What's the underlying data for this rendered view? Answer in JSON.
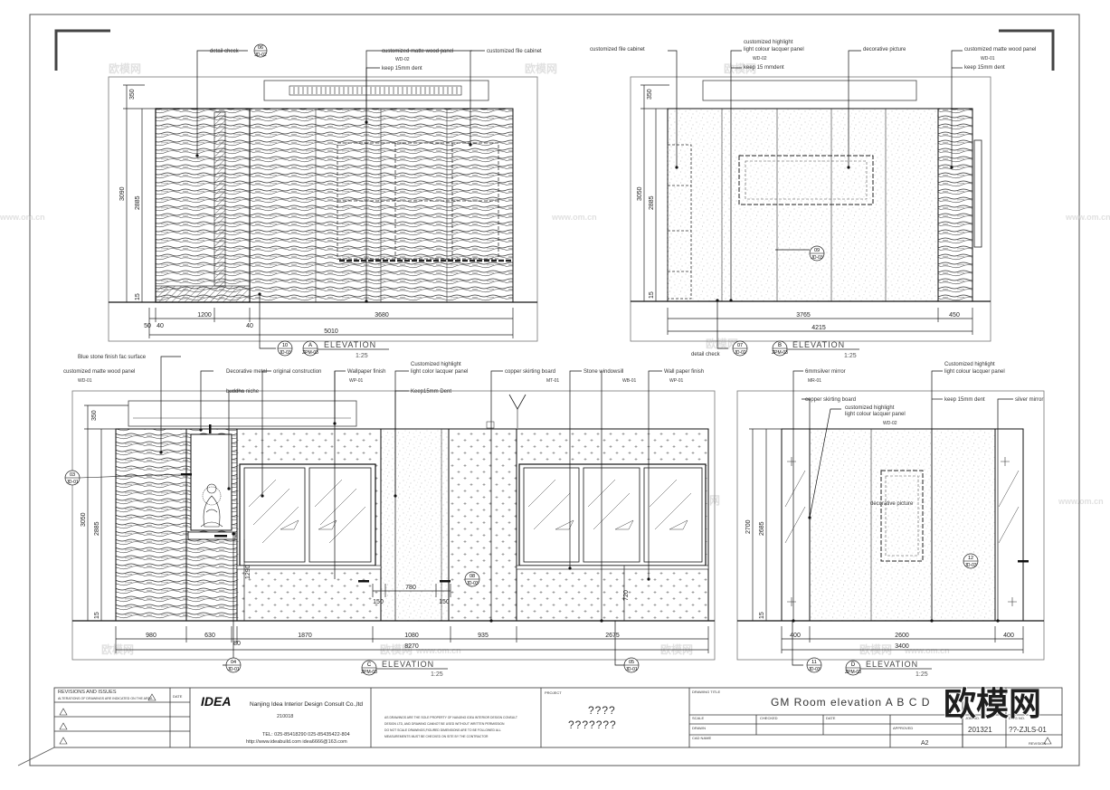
{
  "sheet": {
    "watermark": "欧模网",
    "watermark_url": "www.om.cn",
    "big_watermark": "欧模网"
  },
  "elevation_a": {
    "labels": {
      "detail_check": "detail check",
      "detail_tag_num": "06",
      "detail_tag_ref": "JD-02",
      "wood_panel": "customized matte wood panel",
      "file_cabinet": "customized file cabinet",
      "wd02": "WD-02",
      "dent": "keep 15mm dent"
    },
    "dims_v": [
      "350",
      "3090",
      "2885",
      "15"
    ],
    "dims_h": [
      "50",
      "40",
      "1200",
      "40",
      "3680",
      "5010"
    ],
    "tag_10_num": "10",
    "tag_10_ref": "JD-03",
    "section_letter": "A",
    "section_ref": "ZPM-03",
    "title": "ELEVATION",
    "scale": "1:25"
  },
  "elevation_b": {
    "labels": {
      "file_cabinet": "customized file cabinet",
      "lacquer_1": "customized highlight",
      "lacquer_2": "light colour lacquer panel",
      "wd02": "WD-02",
      "dent": "keep 15 mmdent",
      "pic": "decorative picture",
      "wood_panel": "customized matte wood panel",
      "wd01": "WD-01",
      "dent2": "keep 15mm dent"
    },
    "dims_v": [
      "350",
      "3050",
      "2885",
      "15"
    ],
    "dims_h": [
      "3765",
      "450",
      "4215"
    ],
    "tag_09_num": "09",
    "tag_09_ref": "JD-03",
    "detail_check": "detail check",
    "tag_07_num": "07",
    "tag_07_ref": "JD-02",
    "section_letter": "B",
    "section_ref": "ZPM-03",
    "title": "ELEVATION",
    "scale": "1:25"
  },
  "elevation_c": {
    "labels": {
      "stone": "Blue stone finish fac surface",
      "wood_panel": "customized matte wood panel",
      "wd01": "WD-01",
      "decorative": "Decorative metal",
      "original": "original construction",
      "wallpaper": "Wallpaper finish",
      "wp01": "WP-01",
      "lacquer_1": "Customized highlight",
      "lacquer_2": "light color lacquer panel",
      "dent": "Keep15mm Dent",
      "copper": "copper skirting board",
      "stone_window": "Stone windowsill",
      "wallpaper2": "Wall paper finish",
      "buddha": "buddha niche",
      "mt01": "MT-01",
      "wb01": "WB-01",
      "wp02": "WP-01"
    },
    "dims_v": [
      "350",
      "3050",
      "2885",
      "1290",
      "15"
    ],
    "dims_h": [
      "980",
      "630",
      "1870",
      "1080",
      "935",
      "2675",
      "80",
      "8270"
    ],
    "dims_w": [
      "780",
      "150",
      "150",
      "720"
    ],
    "tag_03_num": "03",
    "tag_03_ref": "JD-01",
    "tag_08_num": "08",
    "tag_08_ref": "JD-03",
    "tag_04_num": "04",
    "tag_04_ref": "JD-01",
    "tag_05_num": "05",
    "tag_05_ref": "JD-01",
    "section_letter": "C",
    "section_ref": "ZPM-03",
    "title": "ELEVATION",
    "scale": "1:25"
  },
  "elevation_d": {
    "labels": {
      "mirror": "6mmsilver mirror",
      "lacquer_1": "Customized highlight",
      "lacquer_2": "light colour lacquer panel",
      "copper": "copper skirting board",
      "dent": "keep 15mm dent",
      "silver": "silver mirror",
      "lacquer_3": "customized highlight",
      "lacquer_4": "light colour lacquer panel",
      "pic": "decorative picture",
      "mr01": "MR-01",
      "wd02": "WD-02"
    },
    "dims_v": [
      "2700",
      "2685",
      "15"
    ],
    "dims_h": [
      "400",
      "2600",
      "400",
      "3400"
    ],
    "tag_12_num": "12",
    "tag_12_ref": "JD-03",
    "tag_11_num": "11",
    "tag_11_ref": "JD-03",
    "section_letter": "D",
    "section_ref": "ZPM-03",
    "title": "ELEVATION",
    "scale": "1:25"
  },
  "title_block": {
    "revisions": "REVISIONS AND ISSUES",
    "revisions_sub": "ALTERATIONS OF DRAWINGS ARE INDICATED ON THE AREA",
    "date": "DATE",
    "logo": "IDEA",
    "company": "Nanjing Idea Interior Design Consult Co.,ltd",
    "zip": "210018",
    "tel": "TEL: 025-85418290  025-85435422-804",
    "web": "http://www.ideabuild.com  idea6666@163.com",
    "copyright_1": "AS DRAWINGS ARE THE SOLE PROPERTY OF NANJING IDEA INTERIOR DESIGN CONSULT",
    "copyright_2": "DESIGN LTD, AND DRAWING CANNOT BE USED WITHOUT WRITTEN PERMISSION",
    "copyright_3": "DO NOT SCALE DRAWINGS,FIGURED DIMENSIONS ARE TO BE FOLLOWED ALL",
    "copyright_4": "MEASUREMENTS MUST BE CHECKED ON SITE BY THE CONTRACTOR",
    "project_label": "PROJECT",
    "project_q1": "????",
    "project_q2": "???????",
    "drawing_title_label": "DRAWING TITLE",
    "drawing_title": "GM Room elevation A B C D",
    "job_no_label": "JOB NO.",
    "job_no": "201321",
    "dwg_no_label": "DWG NO.",
    "dwg_no": "??-ZJLS-01",
    "revision_label": "REVISION",
    "scale_label": "SCALE",
    "paper": "A2",
    "drawn_label": "DRAWN",
    "checked_label": "CHECKED",
    "approved_label": "APPROVED",
    "date_label": "DATE",
    "cad_label": "CAD NAME"
  }
}
